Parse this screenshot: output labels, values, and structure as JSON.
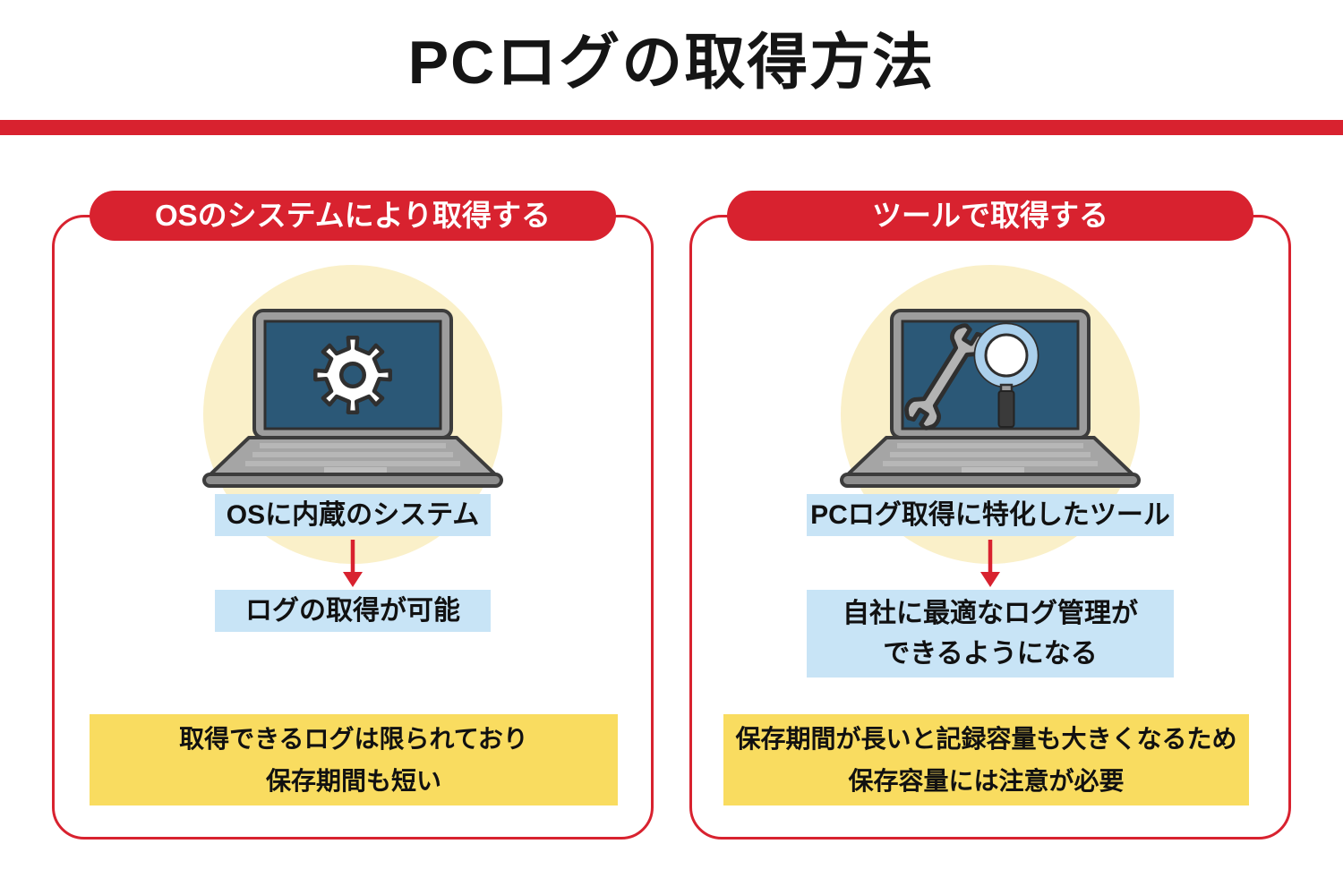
{
  "title": "PCログの取得方法",
  "colors": {
    "accent_red": "#d8222f",
    "step_blue": "#c8e4f6",
    "circle_pale_yellow": "#faf0c9",
    "note_yellow": "#f9dc60",
    "laptop_screen_blue": "#2b5877",
    "laptop_gray": "#9d9d9d"
  },
  "icons": {
    "left_illustration": "laptop-gear-icon",
    "right_illustration": "laptop-wrench-magnifier-icon",
    "flow_arrow": "down-arrow-icon"
  },
  "panels": [
    {
      "header": "OSのシステムにより取得する",
      "step1": "OSに内蔵のシステム",
      "step2_lines": [
        "ログの取得が可能"
      ],
      "note_lines": [
        "取得できるログは限られており",
        "保存期間も短い"
      ]
    },
    {
      "header": "ツールで取得する",
      "step1": "PCログ取得に特化したツール",
      "step2_lines": [
        "自社に最適なログ管理が",
        "できるようになる"
      ],
      "note_lines": [
        "保存期間が長いと記録容量も大きくなるため",
        "保存容量には注意が必要"
      ]
    }
  ]
}
